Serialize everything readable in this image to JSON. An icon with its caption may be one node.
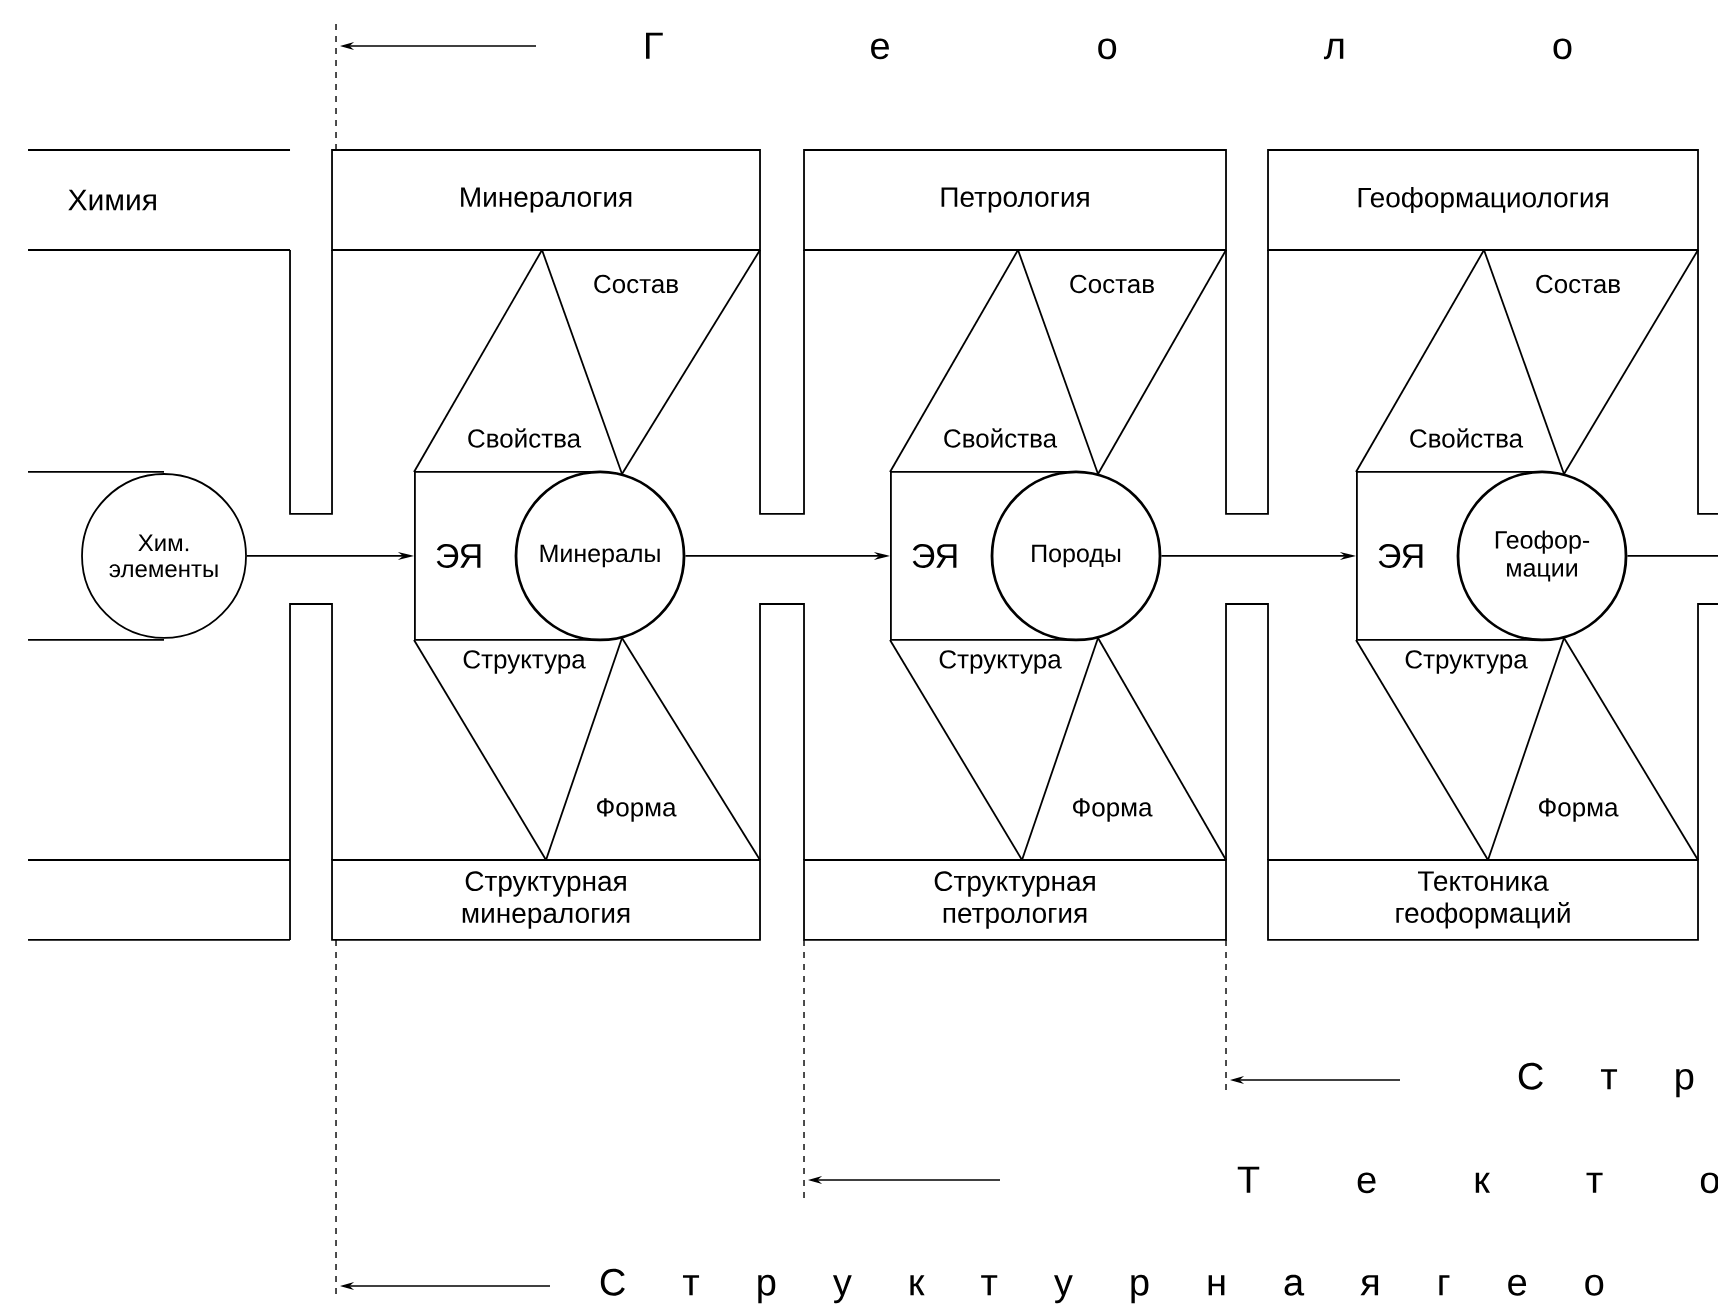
{
  "diagram": {
    "nodes": [
      {
        "text": [
          "Химия"
        ]
      },
      {
        "text": [
          "Минералогия"
        ]
      },
      {
        "text": [
          "Петрология"
        ]
      },
      {
        "text": [
          "Геоформациология"
        ]
      },
      {
        "text": [
          "Хим. элементы"
        ]
      },
      {
        "text": [
          "ЭЯ"
        ]
      },
      {
        "text": [
          "Минералы"
        ]
      },
      {
        "text": [
          "ЭЯ"
        ]
      },
      {
        "text": [
          "Породы"
        ]
      },
      {
        "text": [
          "ЭЯ"
        ]
      },
      {
        "text": [
          "Геофор- мации"
        ]
      },
      {
        "text": [
          "Структурная минералогия"
        ]
      },
      {
        "text": [
          "Структурная петрология"
        ]
      },
      {
        "text": [
          "Тектоника геоформаций"
        ]
      }
    ],
    "edges": [
      {
        "from": 4,
        "to": 5,
        "arrow": "to"
      },
      {
        "from": 6,
        "to": 7,
        "arrow": "to"
      },
      {
        "from": 8,
        "to": 9,
        "arrow": "to"
      },
      {
        "from": 10,
        "to": null,
        "arrow": "none"
      }
    ],
    "labels": [
      "Г е о л о",
      "Состав",
      "Свойства",
      "Структура",
      "Форма",
      "Состав",
      "Свойства",
      "Структура",
      "Форма",
      "Состав",
      "Свойства",
      "Структура",
      "Форма",
      "С т р",
      "Т е к т о",
      "С т р у к т у р н а я г е о"
    ]
  }
}
